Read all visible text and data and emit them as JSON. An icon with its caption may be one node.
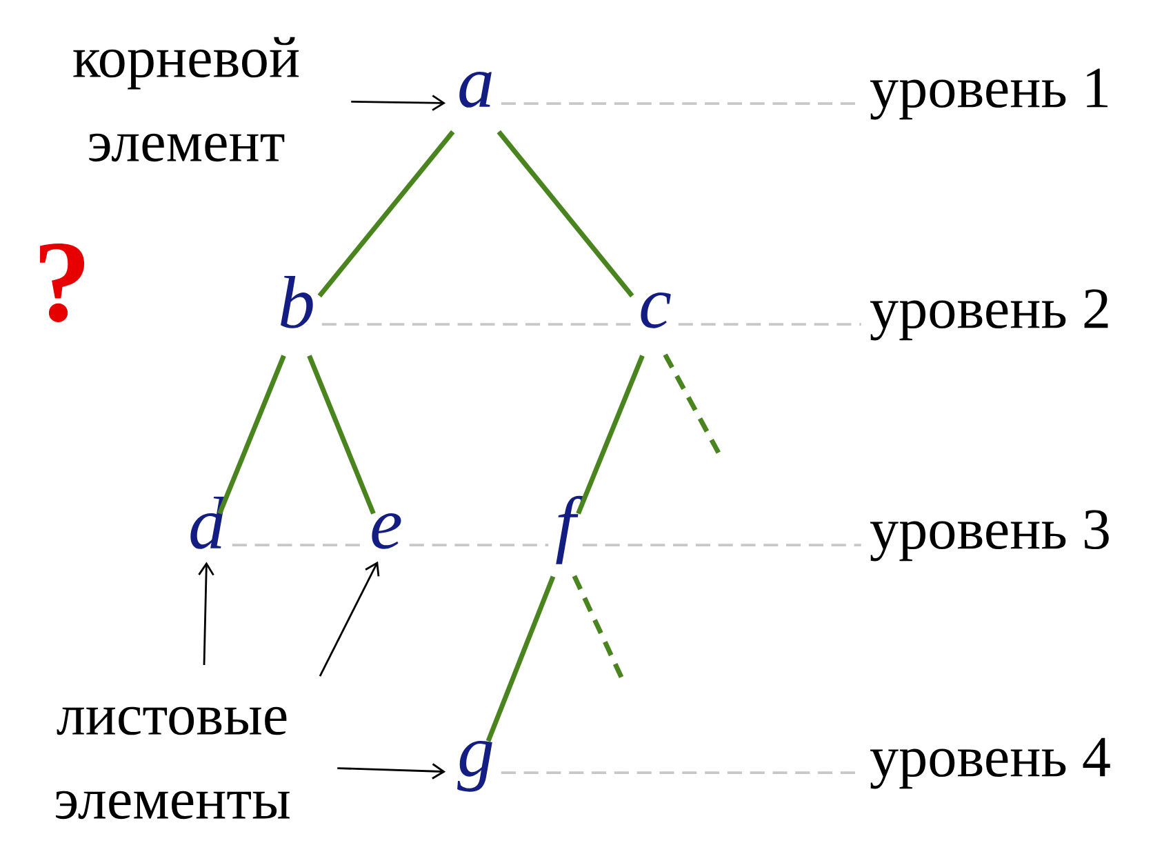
{
  "diagram": {
    "nodes": [
      {
        "text": [
          "a"
        ]
      },
      {
        "text": [
          "b"
        ]
      },
      {
        "text": [
          "c"
        ]
      },
      {
        "text": [
          "d"
        ]
      },
      {
        "text": [
          "e"
        ]
      },
      {
        "text": [
          "f"
        ]
      },
      {
        "text": [
          "g"
        ]
      },
      {
        "text": [
          "корневой элемент"
        ]
      },
      {
        "text": [
          "листовые элементы"
        ]
      },
      {
        "text": [
          "уровень 1"
        ]
      },
      {
        "text": [
          "уровень 2"
        ]
      },
      {
        "text": [
          "уровень 3"
        ]
      },
      {
        "text": [
          "уровень 4"
        ]
      }
    ],
    "edges": [
      {
        "from": 0,
        "to": 1,
        "arrow": "none",
        "style": "thick"
      },
      {
        "from": 0,
        "to": 2,
        "arrow": "none",
        "style": "thick"
      },
      {
        "from": 1,
        "to": 3,
        "arrow": "none",
        "style": "thick"
      },
      {
        "from": 1,
        "to": 4,
        "arrow": "none",
        "style": "thick"
      },
      {
        "from": 2,
        "to": 5,
        "arrow": "none",
        "style": "thick"
      },
      {
        "from": 5,
        "to": 6,
        "arrow": "none",
        "style": "thick"
      },
      {
        "from": 2,
        "to": null,
        "arrow": "none",
        "style": "dashed"
      },
      {
        "from": 5,
        "to": null,
        "arrow": "none",
        "style": "dashed"
      },
      {
        "from": 0,
        "to": 9,
        "arrow": "none",
        "style": "dashed",
        "color": "#c8c8c8"
      },
      {
        "from": 1,
        "to": 2,
        "arrow": "none",
        "style": "dashed",
        "color": "#c8c8c8"
      },
      {
        "from": 2,
        "to": 10,
        "arrow": "none",
        "style": "dashed",
        "color": "#c8c8c8"
      },
      {
        "from": 3,
        "to": 4,
        "arrow": "none",
        "style": "dashed",
        "color": "#c8c8c8"
      },
      {
        "from": 4,
        "to": 5,
        "arrow": "none",
        "style": "dashed",
        "color": "#c8c8c8"
      },
      {
        "from": 5,
        "to": 11,
        "arrow": "none",
        "style": "dashed",
        "color": "#c8c8c8"
      },
      {
        "from": 6,
        "to": 12,
        "arrow": "none",
        "style": "dashed",
        "color": "#c8c8c8"
      },
      {
        "from": 7,
        "to": 0,
        "arrow": "to",
        "color": "#000000"
      },
      {
        "from": 8,
        "to": 6,
        "arrow": "to",
        "color": "#000000"
      },
      {
        "from": null,
        "to": 3,
        "arrow": "to",
        "color": "#000000"
      },
      {
        "from": null,
        "to": 4,
        "arrow": "to",
        "color": "#000000"
      }
    ],
    "labels": [
      "?"
    ]
  }
}
